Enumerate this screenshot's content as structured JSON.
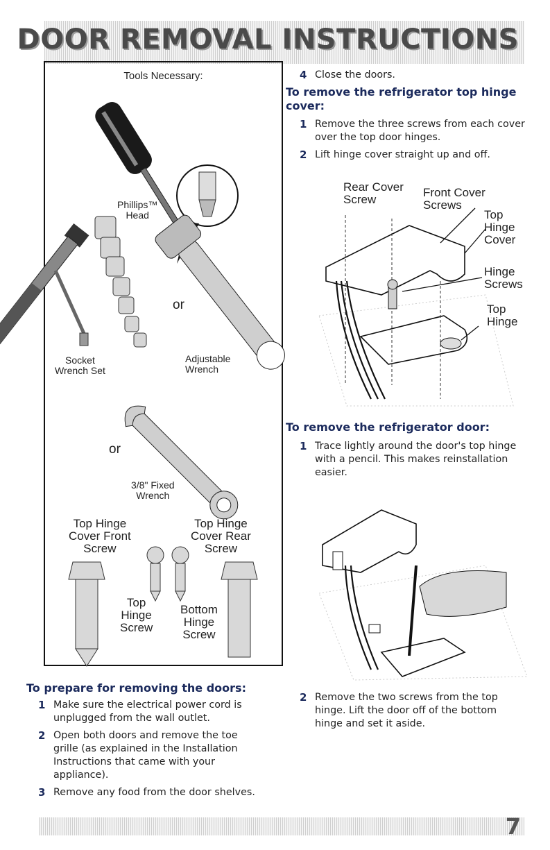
{
  "header": {
    "title": "DOOR REMOVAL INSTRUCTIONS"
  },
  "footer": {
    "page_number": "7"
  },
  "tools": {
    "title": "Tools Necessary:",
    "phillips": "Phillips™\nHead",
    "or1": "or",
    "socket": "Socket\nWrench Set",
    "adjustable": "Adjustable\nWrench",
    "or2": "or",
    "fixed": "3/8\" Fixed\nWrench",
    "top_front": "Top Hinge\nCover Front\nScrew",
    "top_rear": "Top Hinge\nCover Rear\nScrew",
    "top_hinge_screw": "Top\nHinge\nScrew",
    "bottom_hinge_screw": "Bottom\nHinge\nScrew"
  },
  "prepare": {
    "heading": "To prepare for removing the doors:",
    "steps": [
      {
        "n": "1",
        "text": "Make sure the electrical power cord is unplugged from the wall outlet."
      },
      {
        "n": "2",
        "text": "Open both doors and remove the toe grille (as explained in the Installation Instructions that came with your appliance)."
      },
      {
        "n": "3",
        "text": "Remove any food from the door shelves."
      }
    ]
  },
  "right": {
    "step4": {
      "n": "4",
      "text": "Close the doors."
    },
    "cover_heading": "To remove the refrigerator top hinge cover:",
    "cover_steps": [
      {
        "n": "1",
        "text": "Remove the three screws from each cover over the top door hinges."
      },
      {
        "n": "2",
        "text": "Lift hinge cover straight up and off."
      }
    ],
    "diagram1": {
      "rear_cover_screw": "Rear Cover\nScrew",
      "front_cover_screws": "Front Cover\nScrews",
      "top_hinge_cover": "Top\nHinge\nCover",
      "hinge_screws": "Hinge\nScrews",
      "top_hinge": "Top\nHinge"
    },
    "door_heading": "To remove the refrigerator door:",
    "door_steps": [
      {
        "n": "1",
        "text": "Trace lightly around the door's top hinge with a pencil. This makes reinstallation easier."
      },
      {
        "n": "2",
        "text": "Remove the two screws from the top hinge. Lift the door off of the bottom hinge and set it aside."
      }
    ]
  }
}
